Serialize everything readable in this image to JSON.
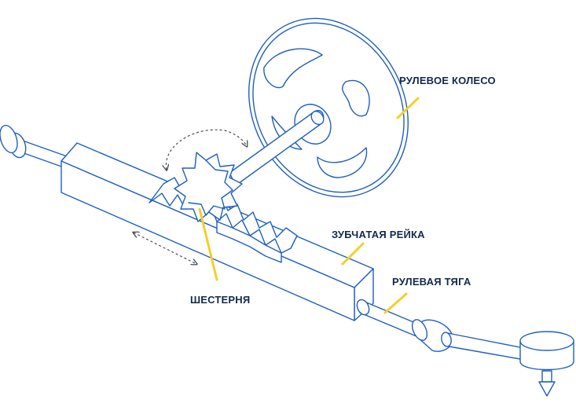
{
  "colors": {
    "stroke": "#1f5fbf",
    "arrow": "#4a4f57",
    "leader": "#f2d02a",
    "label_text": "#13294b",
    "background": "#ffffff"
  },
  "labels": {
    "steering_wheel": "РУЛЕВОЕ КОЛЕСО",
    "gear_rack": "ЗУБЧАТАЯ РЕЙКА",
    "tie_rod": "РУЛЕВАЯ ТЯГА",
    "pinion": "ШЕСТЕРНЯ"
  }
}
